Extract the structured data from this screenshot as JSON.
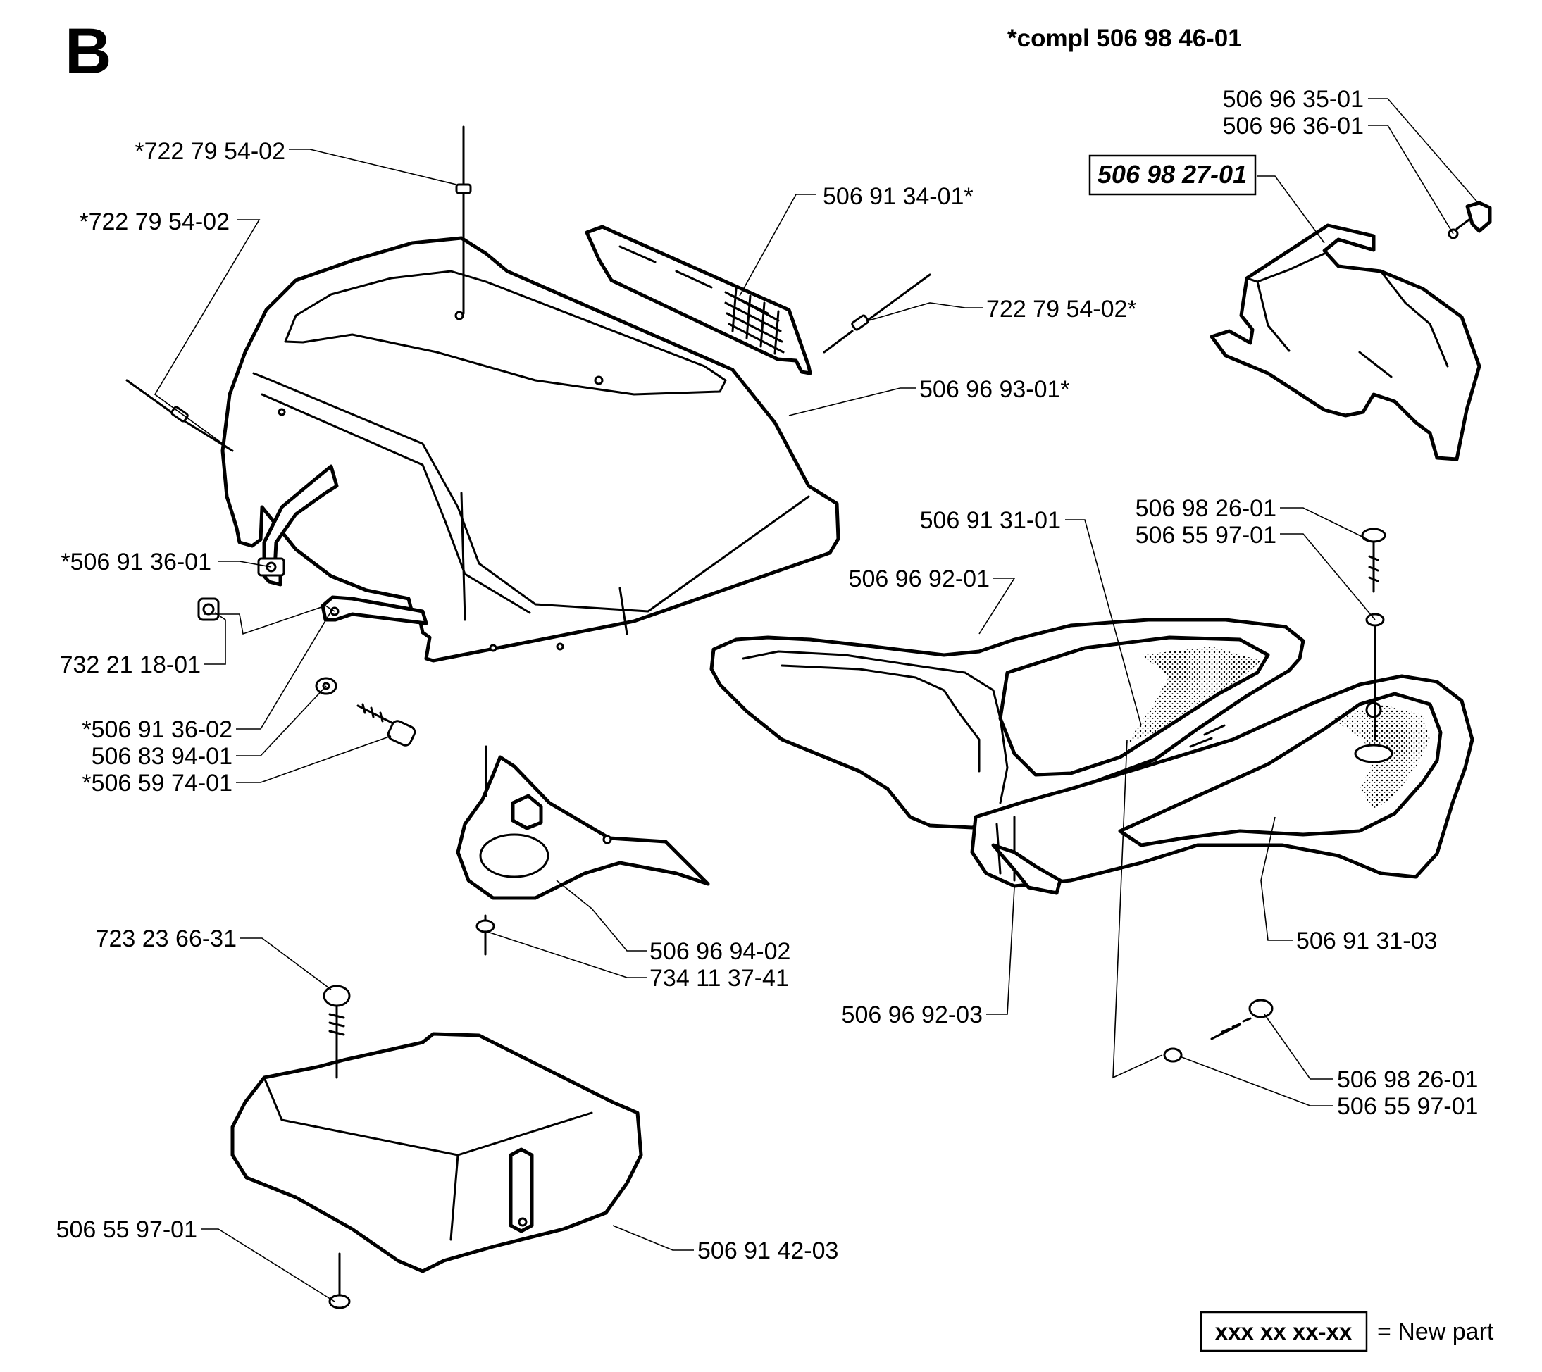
{
  "section_letter": "B",
  "kit_note": "*compl 506 98 46-01",
  "legend": {
    "sample_number": "xxx xx xx-xx",
    "meaning": "= New part"
  },
  "labels": {
    "rivet_top": "*722 79 54-02",
    "rivet_left": "*722 79 54-02",
    "grille_plate": "506 91 34-01*",
    "rivet_right": "722 79 54-02*",
    "hood": "506 96 93-01*",
    "bracket_upper": "*506 91 36-01",
    "nut": "732 21 18-01",
    "bracket_lower": "*506 91 36-02",
    "washer_bracket": "506 83 94-01",
    "bolt_bracket": "*506 59 74-01",
    "screw_top_right": "506 96 35-01",
    "washer_top_right": "506 96 36-01",
    "cover_new": "506 98 27-01",
    "seat_upper": "506 91 31-01",
    "seat_pan_upper": "506 96 92-01",
    "screw_seat": "506 98 26-01",
    "washer_seat": "506 55 97-01",
    "seat_lower": "506 91 31-03",
    "seat_pan_lower": "506 96 92-03",
    "holder": "506 96 94-02",
    "washer_holder": "734 11 37-41",
    "screw_box": "723 23 66-31",
    "washer_box": "506 55 97-01",
    "box_cover": "506 91 42-03",
    "screw_seat_bottom": "506 98 26-01",
    "washer_seat_bottom": "506 55 97-01"
  }
}
